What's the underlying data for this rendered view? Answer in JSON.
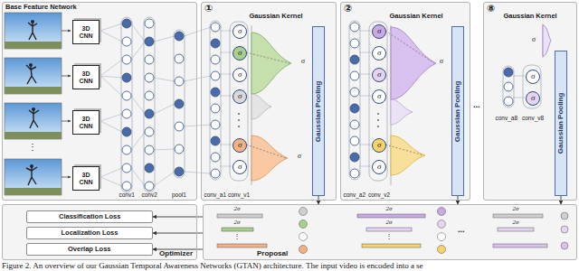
{
  "diagram": {
    "caption": "Figure 2. An overview of our Gaussian Temporal Awareness Networks (GTAN) architecture. The input video is encoded into a se",
    "nodes": [
      {
        "text": [
          "Base Feature Network"
        ]
      },
      {
        "text": [
          "3D CNN"
        ],
        "in": 0
      },
      {
        "text": [
          "3D CNN"
        ],
        "in": 0
      },
      {
        "text": [
          "3D CNN"
        ],
        "in": 0
      },
      {
        "text": [
          "3D CNN"
        ],
        "in": 0
      },
      {
        "text": [
          "①"
        ]
      },
      {
        "text": [
          "σ"
        ],
        "in": 5
      },
      {
        "text": [
          "σ"
        ],
        "in": 5
      },
      {
        "text": [
          "σ"
        ],
        "in": 5
      },
      {
        "text": [
          "σ"
        ],
        "in": 5
      },
      {
        "text": [
          "σ"
        ],
        "in": 5
      },
      {
        "text": [
          "σ"
        ],
        "in": 5
      },
      {
        "text": [
          "Gaussian Pooling"
        ],
        "in": 5
      },
      {
        "text": [
          "②"
        ]
      },
      {
        "text": [
          "σ"
        ],
        "in": 13
      },
      {
        "text": [
          "σ"
        ],
        "in": 13
      },
      {
        "text": [
          "σ"
        ],
        "in": 13
      },
      {
        "text": [
          "σ"
        ],
        "in": 13
      },
      {
        "text": [
          "σ"
        ],
        "in": 13
      },
      {
        "text": [
          "σ"
        ],
        "in": 13
      },
      {
        "text": [
          "Gaussian Pooling"
        ],
        "in": 13
      },
      {
        "text": [
          "⑧"
        ]
      },
      {
        "text": [
          "σ"
        ],
        "in": 21
      },
      {
        "text": [
          "σ"
        ],
        "in": 21
      },
      {
        "text": [
          "Gaussian Pooling"
        ],
        "in": 21
      },
      {
        "text": [
          "Optimizer"
        ]
      },
      {
        "text": [
          "Classification Loss"
        ],
        "in": 25
      },
      {
        "text": [
          "Localization Loss"
        ],
        "in": 25
      },
      {
        "text": [
          "Overlap Loss"
        ],
        "in": 25
      },
      {
        "text": [
          "Proposal"
        ]
      }
    ],
    "edges": [
      {
        "from": 12,
        "to": 29,
        "arrow": "to"
      },
      {
        "from": 20,
        "to": 29,
        "arrow": "to"
      },
      {
        "from": 24,
        "to": 29,
        "arrow": "to"
      },
      {
        "from": 29,
        "to": 26,
        "arrow": "to"
      },
      {
        "from": 29,
        "to": 27,
        "arrow": "to"
      },
      {
        "from": 29,
        "to": 28,
        "arrow": "to"
      }
    ],
    "labels": [
      "⋮",
      "conv1",
      "conv2",
      "pool1",
      "conv_a1",
      "conv_v1",
      "Gaussian Kernel",
      "σ",
      "σ",
      "conv_a2",
      "conv_v2",
      "Gaussian Kernel",
      "σ",
      "...",
      "conv_a8",
      "conv_v8",
      "Gaussian Kernel",
      "σ",
      "2σ",
      "2σ",
      "⋮",
      "2σ",
      "2σ",
      "⋮",
      "...",
      "2σ",
      "2σ"
    ]
  }
}
